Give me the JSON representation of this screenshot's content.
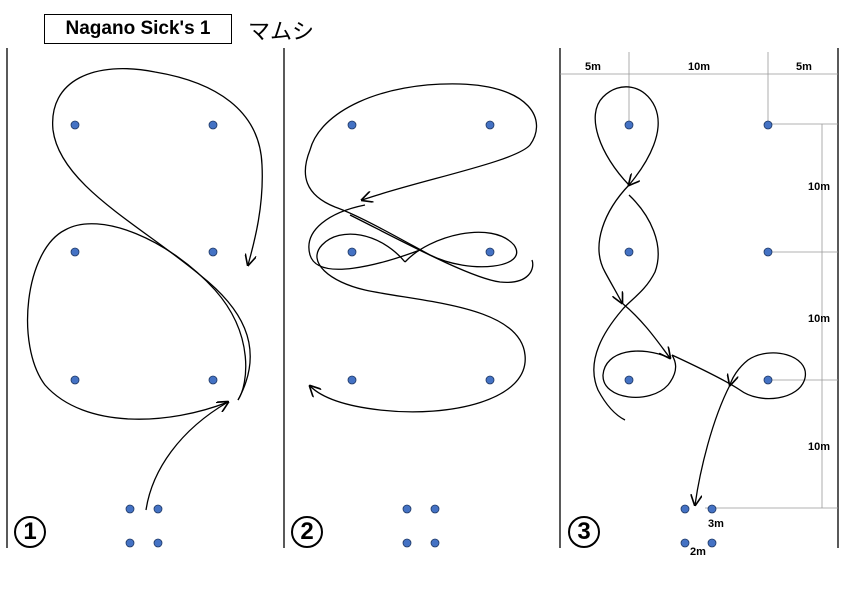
{
  "title": "Nagano Sick's 1",
  "subtitle": "マムシ",
  "panels": [
    {
      "number": "1"
    },
    {
      "number": "2"
    },
    {
      "number": "3"
    }
  ],
  "dimensions": {
    "top_left": "5m",
    "top_middle": "10m",
    "top_right": "5m",
    "side_1": "10m",
    "side_2": "10m",
    "side_3": "10m",
    "gate_height": "3m",
    "gate_width": "2m"
  },
  "colors": {
    "cone": "#4472C4",
    "cone_outline": "#1F3864",
    "line": "#000000",
    "guide": "#999999"
  }
}
